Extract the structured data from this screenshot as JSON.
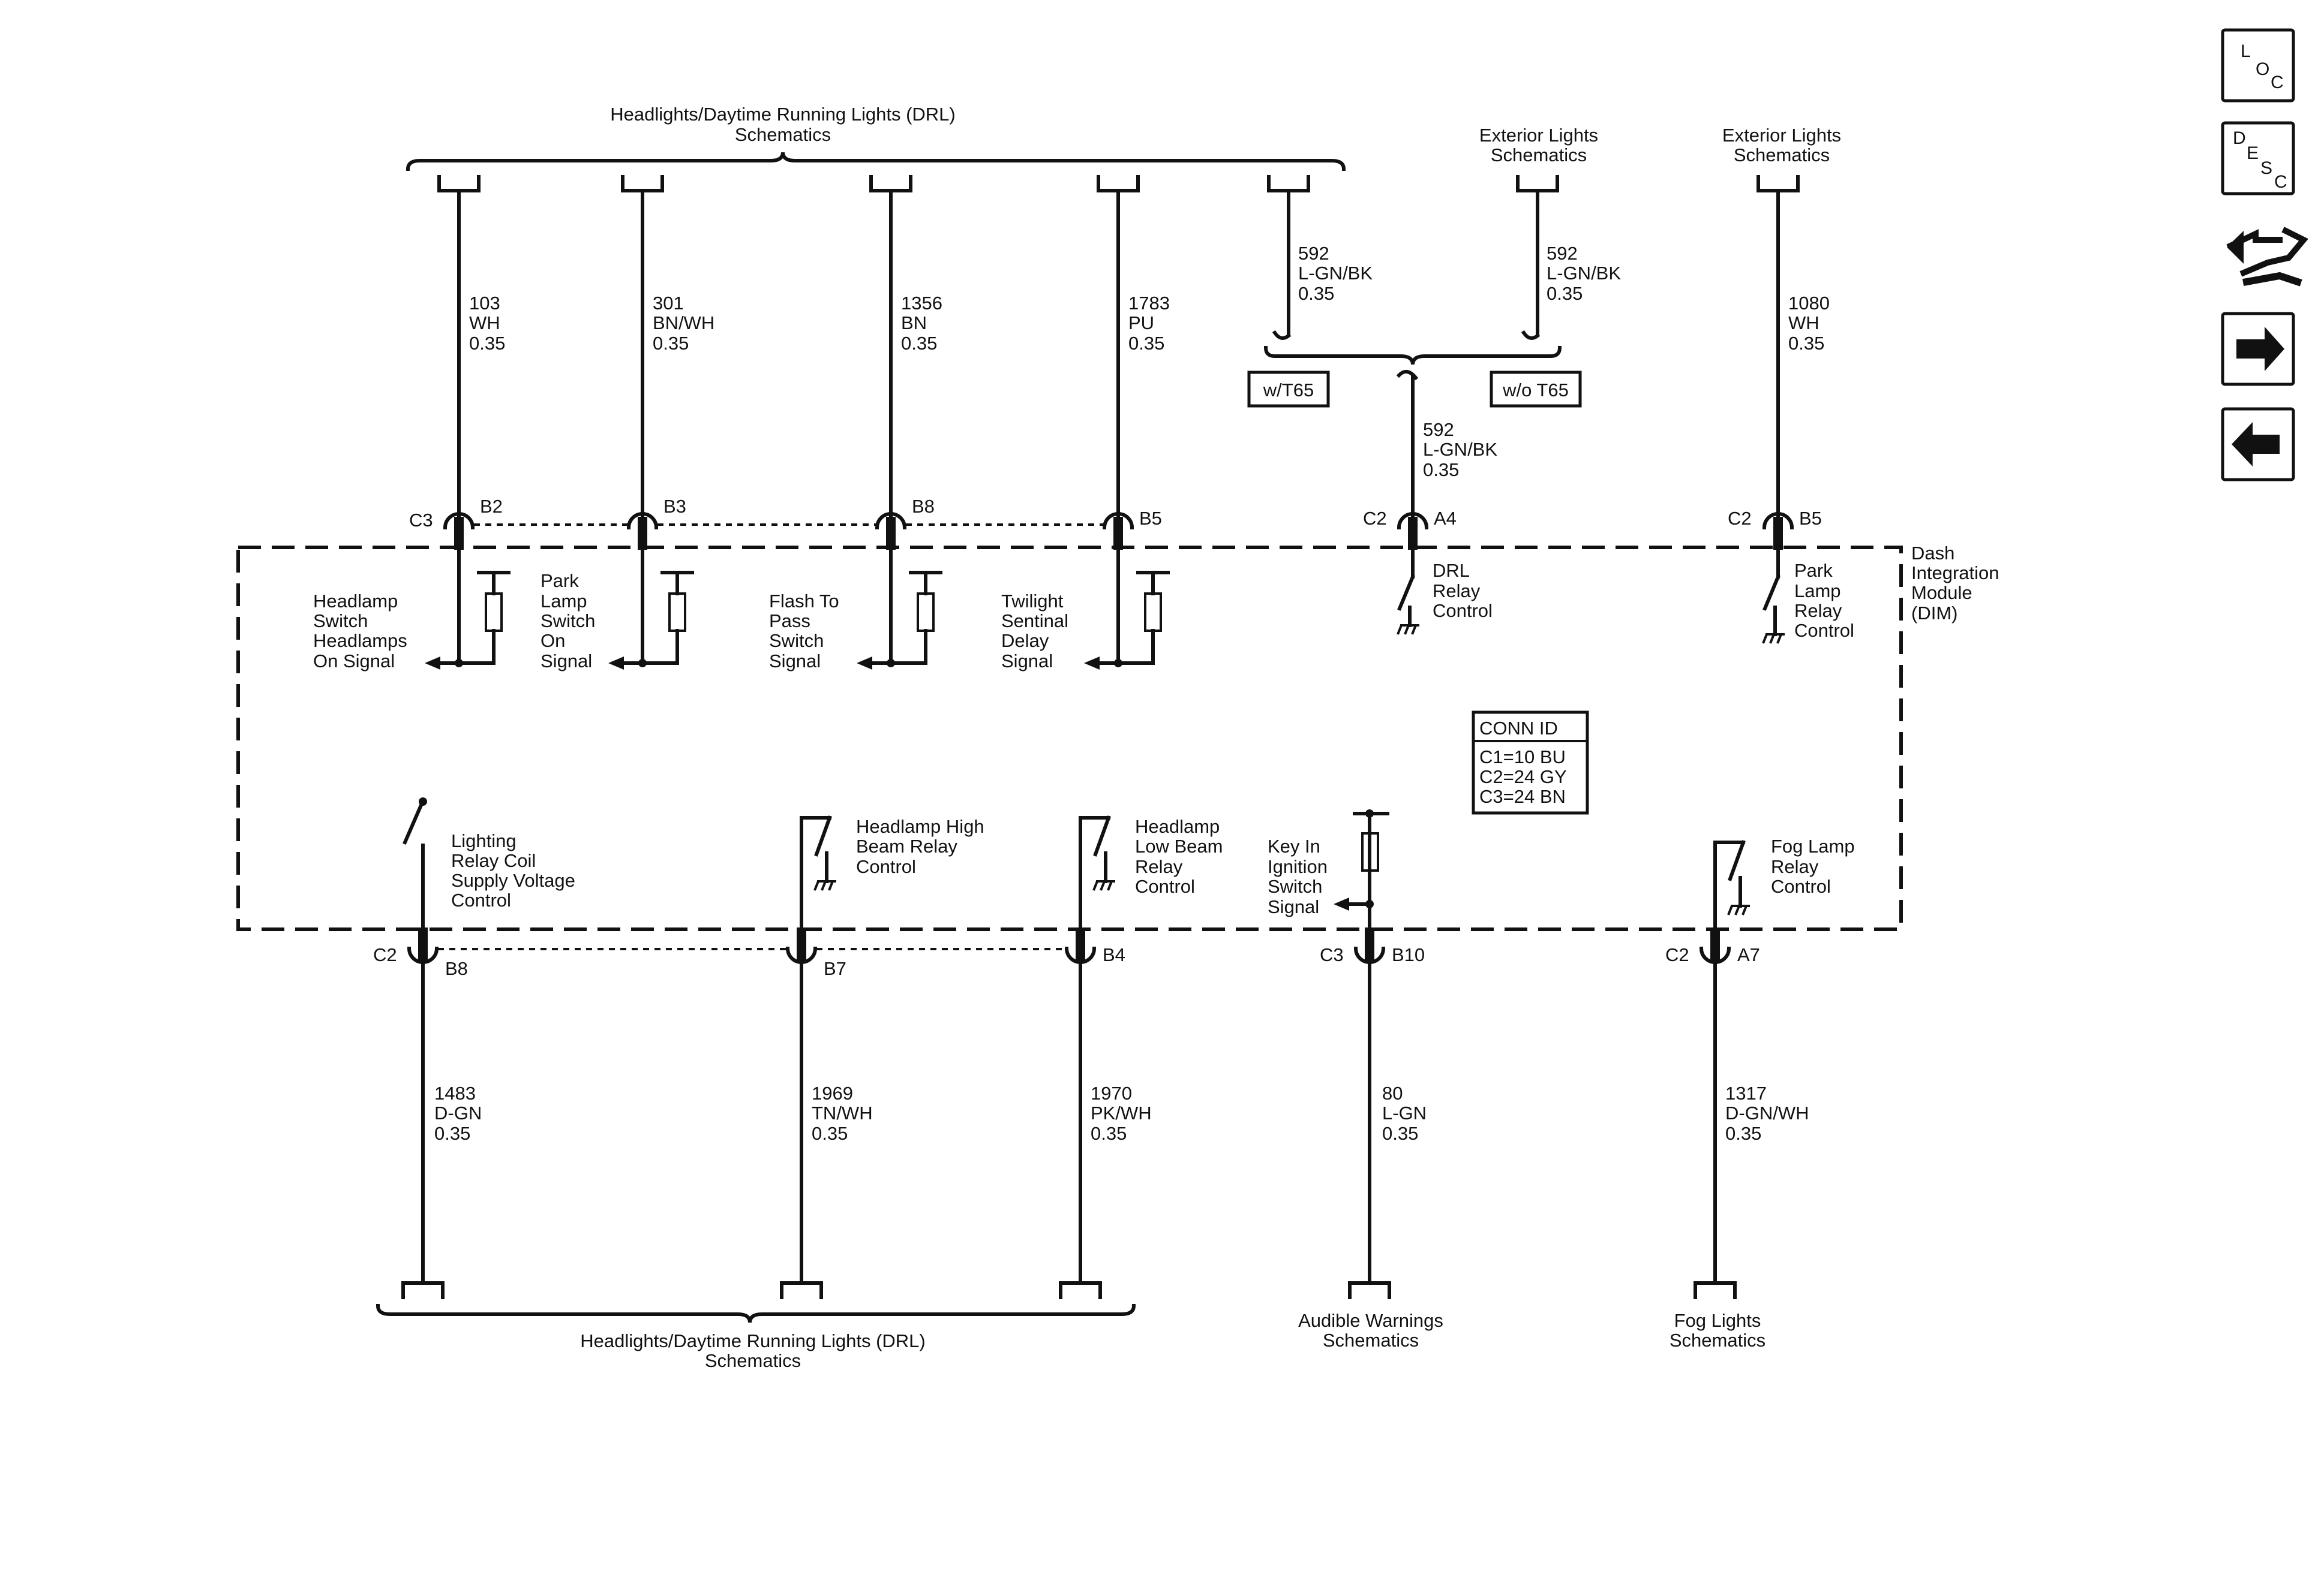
{
  "top_drl_title": {
    "line1": "Headlights/Daytime Running Lights (DRL)",
    "line2": "Schematics"
  },
  "top_ext1": {
    "line1": "Exterior Lights",
    "line2": "Schematics"
  },
  "top_ext2": {
    "line1": "Exterior Lights",
    "line2": "Schematics"
  },
  "wires_top": [
    {
      "circuit": "103",
      "color": "WH",
      "gauge": "0.35"
    },
    {
      "circuit": "301",
      "color": "BN/WH",
      "gauge": "0.35"
    },
    {
      "circuit": "1356",
      "color": "BN",
      "gauge": "0.35"
    },
    {
      "circuit": "1783",
      "color": "PU",
      "gauge": "0.35"
    },
    {
      "circuit": "592",
      "color": "L-GN/BK",
      "gauge": "0.35"
    },
    {
      "circuit": "592",
      "color": "L-GN/BK",
      "gauge": "0.35"
    },
    {
      "circuit": "592",
      "color": "L-GN/BK",
      "gauge": "0.35"
    },
    {
      "circuit": "1080",
      "color": "WH",
      "gauge": "0.35"
    }
  ],
  "options": {
    "with": "w/T65",
    "without": "w/o T65"
  },
  "connectors_top": [
    {
      "conn": "C3",
      "pin": "B2"
    },
    {
      "conn": "",
      "pin": "B3"
    },
    {
      "conn": "",
      "pin": "B8"
    },
    {
      "conn": "",
      "pin": "B5"
    },
    {
      "conn": "C2",
      "pin": "A4"
    },
    {
      "conn": "C2",
      "pin": "B5"
    }
  ],
  "module": {
    "line1": "Dash",
    "line2": "Integration",
    "line3": "Module",
    "line4": "(DIM)"
  },
  "signals_top": [
    {
      "l1": "Headlamp",
      "l2": "Switch",
      "l3": "Headlamps",
      "l4": "On Signal"
    },
    {
      "l1": "Park",
      "l2": "Lamp",
      "l3": "Switch",
      "l4": "On",
      "l5": "Signal"
    },
    {
      "l1": "Flash To",
      "l2": "Pass",
      "l3": "Switch",
      "l4": "Signal"
    },
    {
      "l1": "Twilight",
      "l2": "Sentinal",
      "l3": "Delay",
      "l4": "Signal"
    },
    {
      "l1": "DRL",
      "l2": "Relay",
      "l3": "Control"
    },
    {
      "l1": "Park",
      "l2": "Lamp",
      "l3": "Relay",
      "l4": "Control"
    }
  ],
  "conn_id": {
    "title": "CONN ID",
    "c1": "C1=10 BU",
    "c2": "C2=24 GY",
    "c3": "C3=24 BN"
  },
  "signals_bottom": [
    {
      "l1": "Lighting",
      "l2": "Relay Coil",
      "l3": "Supply Voltage",
      "l4": "Control"
    },
    {
      "l1": "Headlamp High",
      "l2": "Beam Relay",
      "l3": "Control"
    },
    {
      "l1": "Headlamp",
      "l2": "Low Beam",
      "l3": "Relay",
      "l4": "Control"
    },
    {
      "l1": "Key In",
      "l2": "Ignition",
      "l3": "Switch",
      "l4": "Signal"
    },
    {
      "l1": "Fog Lamp",
      "l2": "Relay",
      "l3": "Control"
    }
  ],
  "connectors_bottom": [
    {
      "conn": "C2",
      "pin": "B8"
    },
    {
      "conn": "",
      "pin": "B7"
    },
    {
      "conn": "",
      "pin": "B4"
    },
    {
      "conn": "C3",
      "pin": "B10"
    },
    {
      "conn": "C2",
      "pin": "A7"
    }
  ],
  "wires_bottom": [
    {
      "circuit": "1483",
      "color": "D-GN",
      "gauge": "0.35"
    },
    {
      "circuit": "1969",
      "color": "TN/WH",
      "gauge": "0.35"
    },
    {
      "circuit": "1970",
      "color": "PK/WH",
      "gauge": "0.35"
    },
    {
      "circuit": "80",
      "color": "L-GN",
      "gauge": "0.35"
    },
    {
      "circuit": "1317",
      "color": "D-GN/WH",
      "gauge": "0.35"
    }
  ],
  "bottom_drl_title": {
    "line1": "Headlights/Daytime Running Lights (DRL)",
    "line2": "Schematics"
  },
  "bottom_audible": {
    "line1": "Audible Warnings",
    "line2": "Schematics"
  },
  "bottom_fog": {
    "line1": "Fog Lights",
    "line2": "Schematics"
  },
  "nav": {
    "loc": {
      "l1": "L",
      "l2": "O",
      "l3": "C"
    },
    "desc": {
      "l1": "D",
      "l2": "E",
      "l3": "S",
      "l4": "C"
    }
  }
}
